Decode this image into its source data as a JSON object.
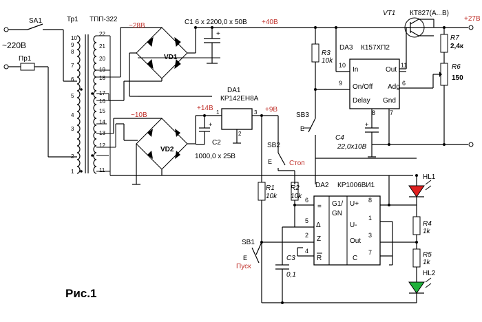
{
  "figure_title": "Рис.1",
  "labels": {
    "mains": "~220В",
    "sa1": "SA1",
    "fuse": "Пр1",
    "tr_ref": "Тр1",
    "tr_type": "ТПП-322",
    "ac28": "~28В",
    "ac10": "~10В",
    "vd1": "VD1",
    "vd2": "VD2",
    "c1": "C1  6 х 2200,0 х 50В",
    "v40": "+40В",
    "v14": "+14В",
    "v9": "+9В",
    "v27": "+27В",
    "da1_ref": "DA1",
    "da1_type": "КР142ЕН8А",
    "c2": "C2",
    "c2_val": "1000,0 х 25В",
    "vt1": "VT1",
    "vt1_type": "КТ827(А...В)",
    "r7": "R7",
    "r7_val": "2,4к",
    "r6": "R6",
    "r6_val": "150",
    "r3": "R3",
    "r3_val": "10k",
    "da3_ref": "DA3",
    "da3_type": "К157ХП2",
    "c4": "C4",
    "c4_val": "22,0х10В",
    "sb3": "SB3",
    "sb2": "SB2",
    "stop": "Стоп",
    "sb1": "SB1",
    "start": "Пуск",
    "r1": "R1",
    "r1_val": "10k",
    "r2": "R2",
    "r2_val": "10k",
    "da2_ref": "DA2",
    "da2_type": "КР1006ВИ1",
    "c3": "C3",
    "c3_val": "0,1",
    "hl1": "HL1",
    "hl2": "HL2",
    "r4": "R4",
    "r4_val": "1k",
    "r5": "R5",
    "r5_val": "1k"
  },
  "transformer_pins": {
    "primary": [
      "10",
      "9",
      "8",
      "7",
      "6",
      "5",
      "4",
      "3",
      "2",
      "1"
    ],
    "secondary": [
      "22",
      "21",
      "20",
      "19",
      "18",
      "17",
      "16",
      "15",
      "14",
      "13",
      "12",
      "11"
    ]
  },
  "da3": {
    "pins": {
      "in": "In",
      "out": "Out",
      "onoff": "On/Off",
      "adj": "Adg",
      "delay": "Delay",
      "gnd": "Gnd"
    },
    "pin_numbers": {
      "in": "10",
      "out": "11",
      "onoff": "9",
      "adj": "6",
      "delay": "8",
      "gnd": "7"
    }
  },
  "da1": {
    "pin_numbers": {
      "in": "1",
      "out": "3",
      "gnd": "2"
    }
  },
  "da2": {
    "pins": {
      "eq": "=",
      "delta": "Δ",
      "z": "Z",
      "rbar": "R",
      "g1": "G1/",
      "gn": "GN",
      "uplus": "U+",
      "uminus": "U-",
      "out": "Out",
      "c": "C"
    },
    "pin_numbers": {
      "eq": "6",
      "delta": "5",
      "z": "2",
      "rbar": "4",
      "uplus": "8",
      "uminus": "1",
      "out": "3",
      "c": "7"
    }
  },
  "colors": {
    "led_red": "#e02020",
    "led_green": "#1fb13a",
    "voltage_label": "#c0312b"
  }
}
